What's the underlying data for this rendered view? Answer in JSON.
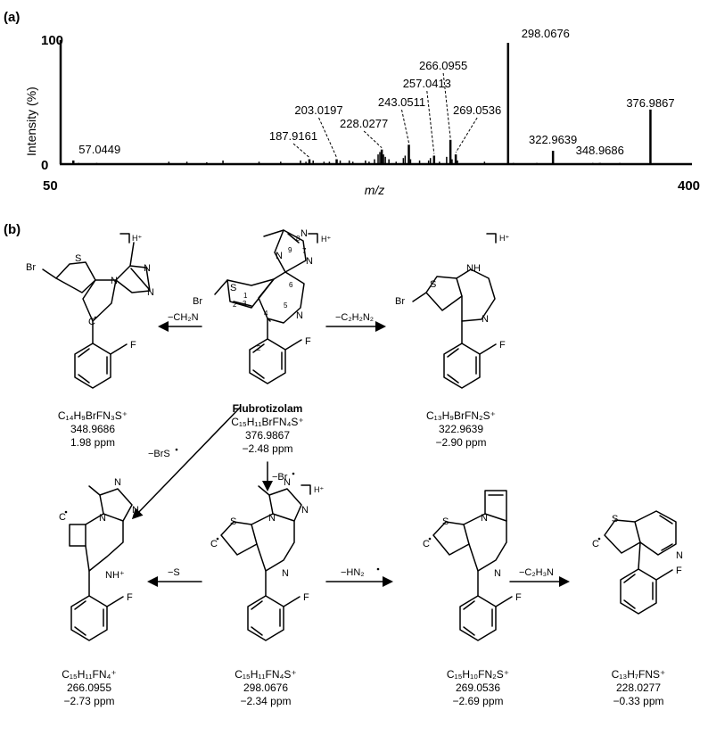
{
  "panel_a": {
    "label": "(a)",
    "ylabel": "Intensity (%)",
    "xlabel": "m/z",
    "x_min_label": "50",
    "x_max_label": "400",
    "y_max_label": "100",
    "y_min_label": "0"
  },
  "chart_data": {
    "type": "bar",
    "xlabel": "m/z",
    "ylabel": "Intensity (%)",
    "xlim": [
      50,
      400
    ],
    "ylim": [
      0,
      100
    ],
    "labeled_peaks": [
      {
        "mz": 57.0449,
        "label": "57.0449",
        "intensity": 3
      },
      {
        "mz": 187.9161,
        "label": "187.9161",
        "intensity": 4
      },
      {
        "mz": 203.0197,
        "label": "203.0197",
        "intensity": 4
      },
      {
        "mz": 228.0277,
        "label": "228.0277",
        "intensity": 12
      },
      {
        "mz": 243.0511,
        "label": "243.0511",
        "intensity": 16
      },
      {
        "mz": 257.0413,
        "label": "257.0413",
        "intensity": 7
      },
      {
        "mz": 266.0955,
        "label": "266.0955",
        "intensity": 20
      },
      {
        "mz": 269.0536,
        "label": "269.0536",
        "intensity": 8
      },
      {
        "mz": 298.0676,
        "label": "298.0676",
        "intensity": 100
      },
      {
        "mz": 322.9639,
        "label": "322.9639",
        "intensity": 11
      },
      {
        "mz": 348.9686,
        "label": "348.9686",
        "intensity": 1
      },
      {
        "mz": 376.9867,
        "label": "376.9867",
        "intensity": 45
      }
    ],
    "minor_peaks": [
      [
        60,
        1
      ],
      [
        70,
        1
      ],
      [
        110,
        2
      ],
      [
        120,
        2
      ],
      [
        131,
        1.5
      ],
      [
        140,
        3
      ],
      [
        160,
        2
      ],
      [
        172,
        2
      ],
      [
        183,
        3
      ],
      [
        186,
        2
      ],
      [
        190,
        3
      ],
      [
        196,
        2
      ],
      [
        199,
        2
      ],
      [
        205,
        3
      ],
      [
        210,
        3
      ],
      [
        212,
        2
      ],
      [
        219,
        3
      ],
      [
        221,
        2
      ],
      [
        224,
        4
      ],
      [
        226,
        8
      ],
      [
        227,
        10
      ],
      [
        229,
        8
      ],
      [
        230,
        6
      ],
      [
        232,
        4
      ],
      [
        236,
        2
      ],
      [
        240,
        5
      ],
      [
        241,
        7
      ],
      [
        244,
        4
      ],
      [
        249,
        3
      ],
      [
        254,
        3
      ],
      [
        255,
        5
      ],
      [
        260,
        2
      ],
      [
        264,
        6
      ],
      [
        267,
        4
      ],
      [
        270,
        3
      ],
      [
        285,
        2
      ],
      [
        301,
        1
      ],
      [
        314,
        1
      ],
      [
        345,
        1
      ],
      [
        360,
        1
      ]
    ]
  },
  "panel_b": {
    "label": "(b)",
    "hplus": "H⁺",
    "parent": {
      "name": "Flubrotizolam",
      "formula": "C₁₅H₁₁BrFN₄S⁺",
      "mass": "376.9867",
      "ppm": "−2.48 ppm"
    },
    "left_top": {
      "formula": "C₁₄H₉BrFN₃S⁺",
      "mass": "348.9686",
      "ppm": "1.98 ppm"
    },
    "right_top": {
      "formula": "C₁₃H₉BrFN₂S⁺",
      "mass": "322.9639",
      "ppm": "−2.90 ppm"
    },
    "bottom_1": {
      "formula": "C₁₅H₁₁FN₄⁺",
      "mass": "266.0955",
      "ppm": "−2.73 ppm"
    },
    "bottom_2": {
      "formula": "C₁₅H₁₁FN₄S⁺",
      "mass": "298.0676",
      "ppm": "−2.34 ppm"
    },
    "bottom_3": {
      "formula": "C₁₅H₁₀FN₂S⁺",
      "mass": "269.0536",
      "ppm": "−2.69 ppm"
    },
    "bottom_4": {
      "formula": "C₁₃H₇FNS⁺",
      "mass": "228.0277",
      "ppm": "−0.33 ppm"
    },
    "losses": {
      "ch2n": "−CH₂N",
      "c2h2n2": "−C₂H₂N₂",
      "brs": "−BrS",
      "br": "−Br",
      "s": "−S",
      "hn2": "−HN₂",
      "c2h3n": "−C₂H₃N"
    },
    "atoms": {
      "br": "Br",
      "s": "S",
      "n": "N",
      "f": "F",
      "nh": "NH",
      "nhplus": "NH⁺",
      "c": "C",
      "num1": "1",
      "num2": "2",
      "num3": "3",
      "num4": "4",
      "num5": "5",
      "num6": "6",
      "num7": "7",
      "num8": "8",
      "num9": "9",
      "num2p": "2′"
    }
  }
}
